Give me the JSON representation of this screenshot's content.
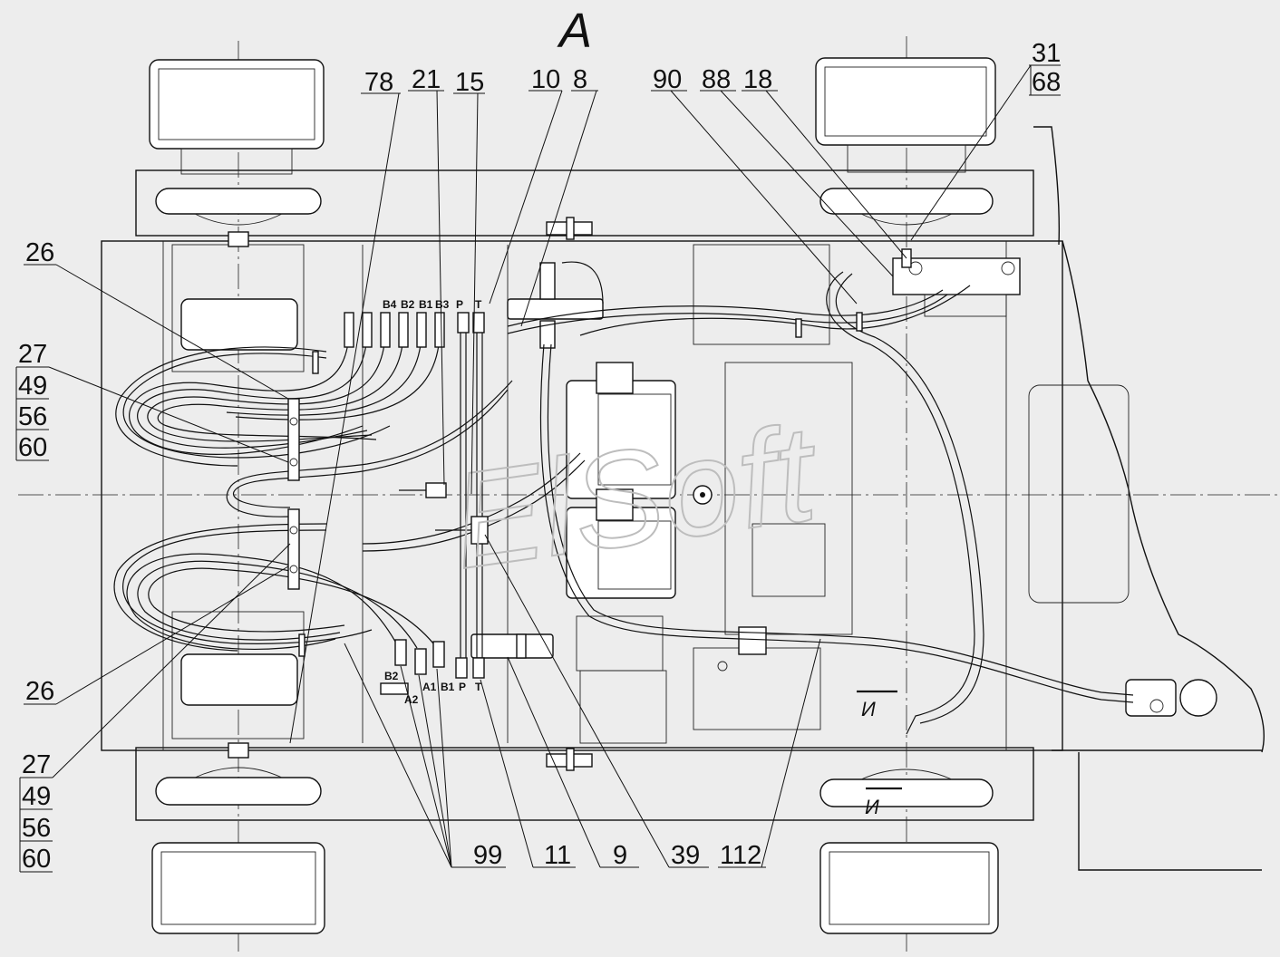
{
  "view_label": "A",
  "section_marks": [
    "И",
    "И"
  ],
  "watermark": "ElSoft",
  "callouts_top": [
    "78",
    "21",
    "15",
    "10",
    "8",
    "90",
    "88",
    "18"
  ],
  "callout_31_68": [
    "31",
    "68"
  ],
  "callouts_left_upper": [
    "26",
    "27",
    "49",
    "56",
    "60"
  ],
  "callouts_left_lower": [
    "26",
    "27",
    "49",
    "56",
    "60"
  ],
  "callouts_bottom": [
    "99",
    "11",
    "9",
    "39",
    "112"
  ],
  "ports_upper": [
    "B4",
    "B2",
    "B1",
    "B3",
    "P",
    "T"
  ],
  "ports_lower": [
    "B2",
    "A2",
    "A1",
    "B1",
    "P",
    "T"
  ]
}
